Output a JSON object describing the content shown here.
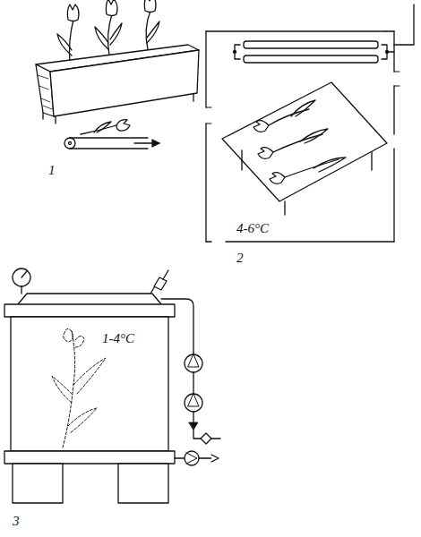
{
  "diagram": {
    "labels": [
      "1",
      "4-6°C",
      "2",
      "1-4°C",
      "3"
    ]
  }
}
